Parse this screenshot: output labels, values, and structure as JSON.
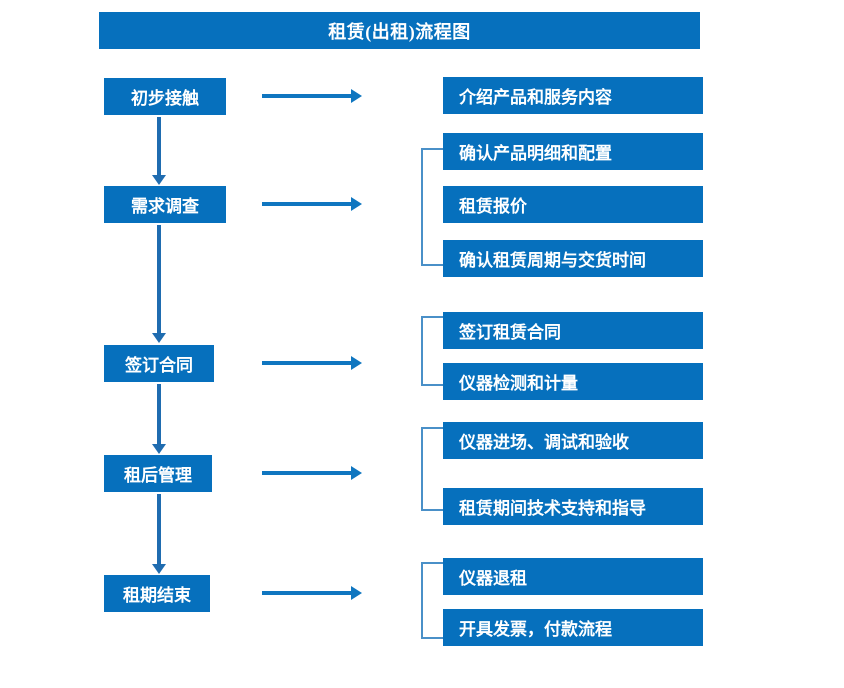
{
  "title": "租赁(出租)流程图",
  "colors": {
    "box_fill": "#0670bd",
    "box_text": "#ffffff",
    "arrow": "#0f76c0",
    "down_arrow": "#1f6cb0",
    "bracket": "#4a90c8",
    "page_background": "#ffffff"
  },
  "stages": [
    {
      "label": "初步接触"
    },
    {
      "label": "需求调查"
    },
    {
      "label": "签订合同"
    },
    {
      "label": "租后管理"
    },
    {
      "label": "租期结束"
    }
  ],
  "details": [
    {
      "label": "介绍产品和服务内容"
    },
    {
      "label": "确认产品明细和配置"
    },
    {
      "label": "租赁报价"
    },
    {
      "label": "确认租赁周期与交货时间"
    },
    {
      "label": "签订租赁合同"
    },
    {
      "label": "仪器检测和计量"
    },
    {
      "label": "仪器进场、调试和验收"
    },
    {
      "label": "租赁期间技术支持和指导"
    },
    {
      "label": "仪器退租"
    },
    {
      "label": "开具发票，付款流程"
    }
  ],
  "groups": [
    {
      "stage": "初步接触",
      "bracketed": false,
      "details": [
        "介绍产品和服务内容"
      ]
    },
    {
      "stage": "需求调查",
      "bracketed": true,
      "details": [
        "确认产品明细和配置",
        "租赁报价",
        "确认租赁周期与交货时间"
      ]
    },
    {
      "stage": "签订合同",
      "bracketed": true,
      "details": [
        "签订租赁合同",
        "仪器检测和计量"
      ]
    },
    {
      "stage": "租后管理",
      "bracketed": true,
      "details": [
        "仪器进场、调试和验收",
        "租赁期间技术支持和指导"
      ]
    },
    {
      "stage": "租期结束",
      "bracketed": true,
      "details": [
        "仪器退租",
        "开具发票，付款流程"
      ]
    }
  ]
}
